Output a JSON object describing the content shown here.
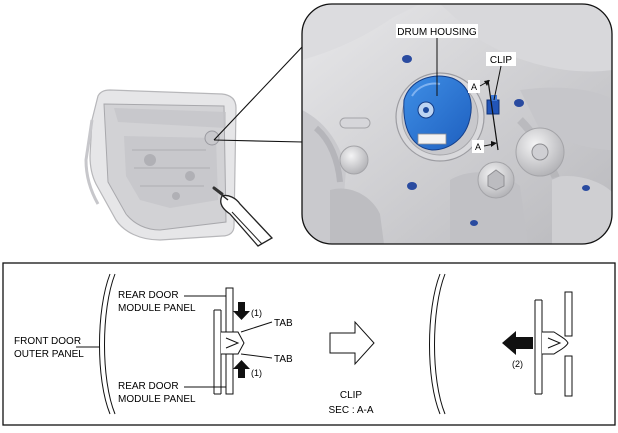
{
  "top_figure": {
    "callouts": {
      "drum_housing": "DRUM HOUSING",
      "clip": "CLIP",
      "section_marker_upper": "A",
      "section_marker_lower": "A"
    }
  },
  "bottom_figure": {
    "labels": {
      "front_door_outer_panel_line1": "FRONT DOOR",
      "front_door_outer_panel_line2": "OUTER PANEL",
      "rear_door_module_panel_top_line1": "REAR DOOR",
      "rear_door_module_panel_top_line2": "MODULE PANEL",
      "rear_door_module_panel_bottom_line1": "REAR DOOR",
      "rear_door_module_panel_bottom_line2": "MODULE PANEL",
      "tab_upper": "TAB",
      "tab_lower": "TAB",
      "step_1_upper": "(1)",
      "step_1_lower": "(1)",
      "step_2": "(2)",
      "clip_caption": "CLIP",
      "section_caption": "SEC : A-A"
    }
  }
}
